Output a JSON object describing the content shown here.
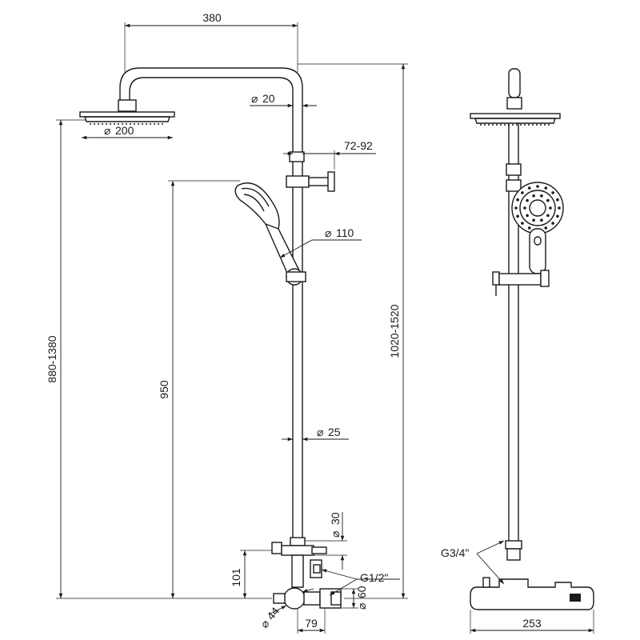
{
  "front_view": {
    "labels": {
      "arm_reach": "380",
      "arm_diameter": "20",
      "head_diameter": "200",
      "bracket_offset": "72-92",
      "hand_shower_diameter": "110",
      "rail_diameter": "25",
      "total_height": "1020-1520",
      "head_height": "880-1380",
      "slide_height": "950",
      "valve_diameter": "30",
      "inlet_thread": "G1/2\"",
      "base_height": "101",
      "body_diameter": "60",
      "knob_diameter": "44",
      "body_width": "79"
    }
  },
  "side_view": {
    "labels": {
      "inlet_thread": "G3/4\"",
      "mixer_width": "253"
    }
  },
  "symbols": {
    "diameter": "⌀"
  }
}
